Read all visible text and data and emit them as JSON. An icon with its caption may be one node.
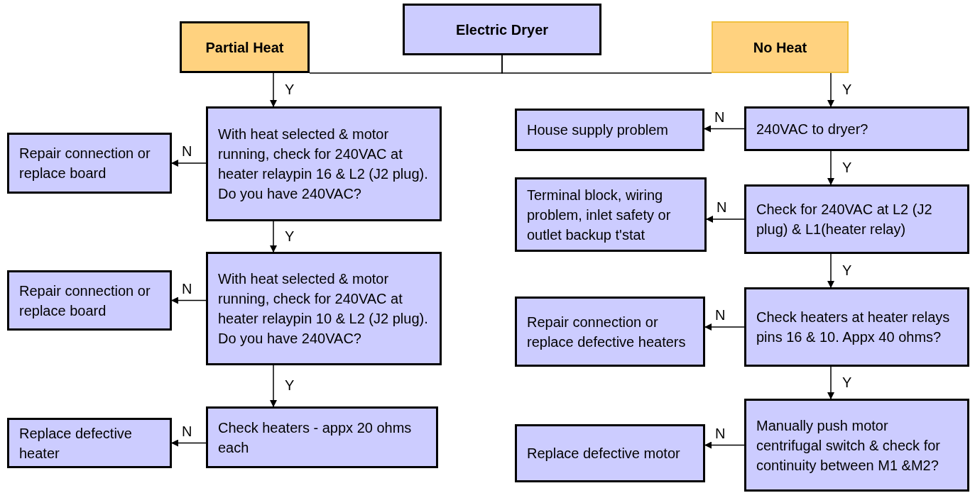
{
  "diagram": {
    "nodes": [
      {
        "text": [
          "Electric Dryer"
        ]
      },
      {
        "text": [
          "Partial Heat"
        ]
      },
      {
        "text": [
          "No Heat"
        ]
      },
      {
        "text": [
          "With heat selected & motor running, check for 240VAC at heater relaypin 16 & L2 (J2 plug).  Do you have 240VAC?"
        ]
      },
      {
        "text": [
          "Repair connection or replace board"
        ]
      },
      {
        "text": [
          "With heat selected & motor running, check for 240VAC at heater relaypin 10 & L2 (J2 plug).  Do you have 240VAC?"
        ]
      },
      {
        "text": [
          "Repair connection or replace board"
        ]
      },
      {
        "text": [
          "Check heaters - appx 20 ohms each"
        ]
      },
      {
        "text": [
          "Replace defective heater"
        ]
      },
      {
        "text": [
          "240VAC to dryer?"
        ]
      },
      {
        "text": [
          "House supply problem"
        ]
      },
      {
        "text": [
          "Check for 240VAC at  L2 (J2 plug) & L1(heater relay)"
        ]
      },
      {
        "text": [
          "Terminal block, wiring problem, inlet safety or outlet backup t'stat"
        ]
      },
      {
        "text": [
          "Check heaters at heater relays  pins 16 & 10.  Appx 40 ohms?"
        ]
      },
      {
        "text": [
          "Repair connection or replace defective heaters"
        ]
      },
      {
        "text": [
          "Manually push motor centrifugal switch & check for continuity between M1 &M2?"
        ]
      },
      {
        "text": [
          "Replace defective motor"
        ]
      }
    ],
    "edges": [
      {
        "from": 0,
        "to": 1,
        "arrow": "none"
      },
      {
        "from": 0,
        "to": 2,
        "arrow": "none"
      },
      {
        "from": 1,
        "to": 3,
        "arrow": "to",
        "label": "Y"
      },
      {
        "from": 3,
        "to": 4,
        "arrow": "to",
        "label": "N"
      },
      {
        "from": 3,
        "to": 5,
        "arrow": "to",
        "label": "Y"
      },
      {
        "from": 5,
        "to": 6,
        "arrow": "to",
        "label": "N"
      },
      {
        "from": 5,
        "to": 7,
        "arrow": "to",
        "label": "Y"
      },
      {
        "from": 7,
        "to": 8,
        "arrow": "to",
        "label": "N"
      },
      {
        "from": 2,
        "to": 9,
        "arrow": "to",
        "label": "Y"
      },
      {
        "from": 9,
        "to": 10,
        "arrow": "to",
        "label": "N"
      },
      {
        "from": 9,
        "to": 11,
        "arrow": "to",
        "label": "Y"
      },
      {
        "from": 11,
        "to": 12,
        "arrow": "to",
        "label": "N"
      },
      {
        "from": 11,
        "to": 13,
        "arrow": "to",
        "label": "Y"
      },
      {
        "from": 13,
        "to": 14,
        "arrow": "to",
        "label": "N"
      },
      {
        "from": 13,
        "to": 15,
        "arrow": "to",
        "label": "Y"
      },
      {
        "from": 15,
        "to": 16,
        "arrow": "to",
        "label": "N"
      }
    ]
  }
}
